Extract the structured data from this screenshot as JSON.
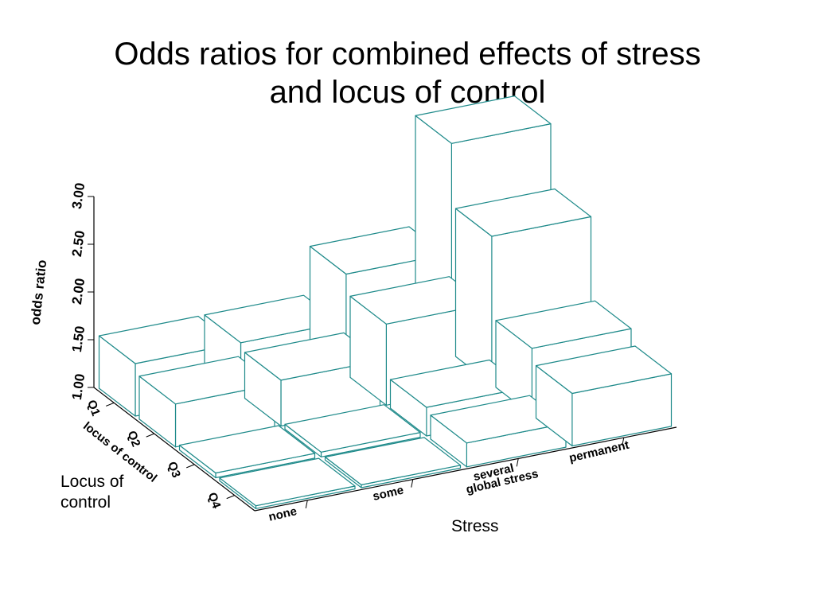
{
  "title": {
    "line1": "Odds ratios for combined effects of stress",
    "line2": "and locus of control"
  },
  "captions": {
    "locus": "Locus of control",
    "stress": "Stress"
  },
  "colors": {
    "bar_edge": "#1e8a8a",
    "bar_fill": "#ffffff",
    "axis": "#000000",
    "text": "#000000"
  },
  "chart_data": {
    "type": "bar3d",
    "title": "Odds ratios for combined effects of stress and locus of control",
    "zlabel": "odds ratio",
    "xlabel": "global stress",
    "ylabel": "locus of control",
    "x_categories": [
      "none",
      "some",
      "several",
      "permanent"
    ],
    "y_categories": [
      "Q1",
      "Q2",
      "Q3",
      "Q4"
    ],
    "z_ticks": [
      "1.00",
      "1.50",
      "2.00",
      "2.50",
      "3.00"
    ],
    "zlim": [
      1.0,
      3.0
    ],
    "grid": false,
    "values": [
      [
        1.55,
        1.55,
        2.05,
        3.2
      ],
      [
        1.45,
        1.48,
        1.85,
        2.55
      ],
      [
        1.05,
        1.05,
        1.3,
        1.7
      ],
      [
        1.03,
        1.03,
        1.25,
        1.55
      ]
    ]
  }
}
